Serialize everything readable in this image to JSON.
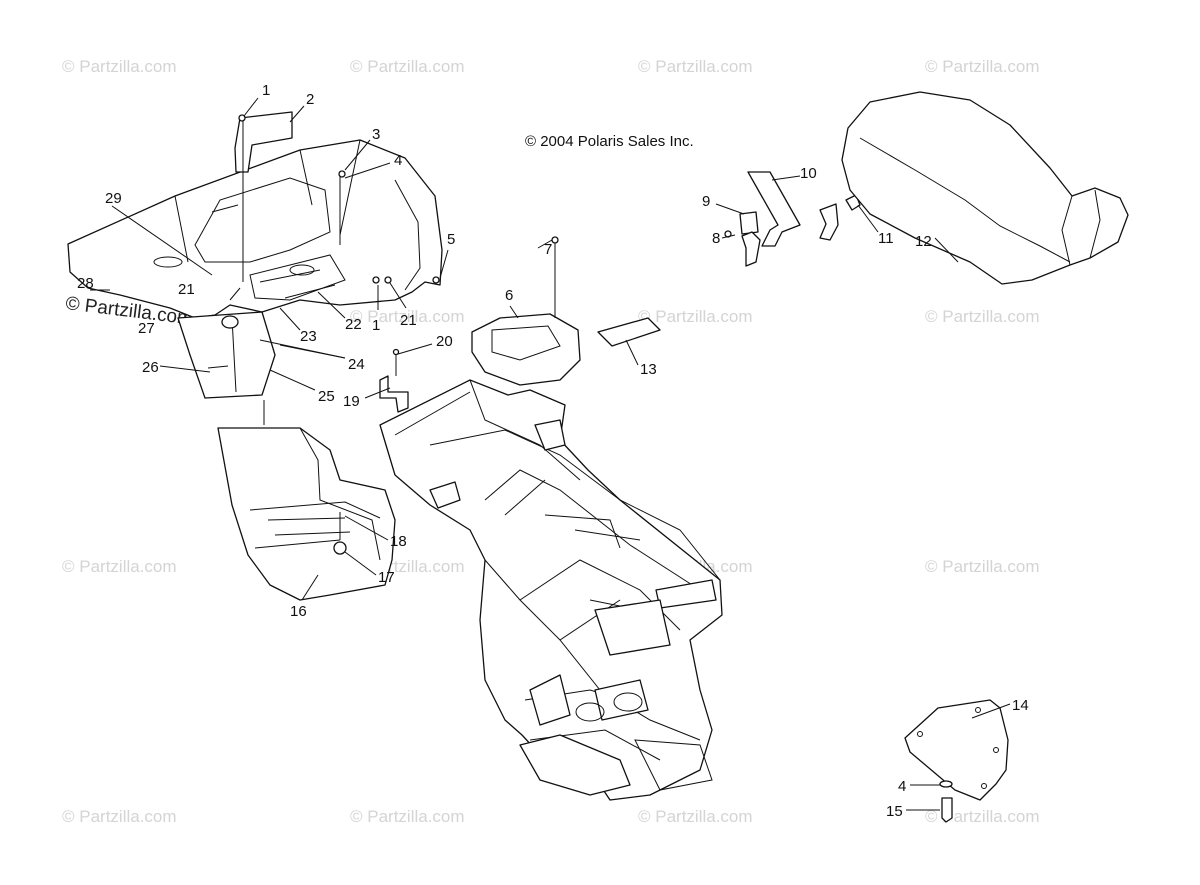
{
  "copyright": "© 2004 Polaris Sales Inc.",
  "watermark": "© Partzilla.com",
  "callouts": [
    {
      "id": "c1a",
      "text": "1"
    },
    {
      "id": "c2",
      "text": "2"
    },
    {
      "id": "c3",
      "text": "3"
    },
    {
      "id": "c4a",
      "text": "4"
    },
    {
      "id": "c5",
      "text": "5"
    },
    {
      "id": "c6",
      "text": "6"
    },
    {
      "id": "c7",
      "text": "7"
    },
    {
      "id": "c8",
      "text": "8"
    },
    {
      "id": "c9",
      "text": "9"
    },
    {
      "id": "c10",
      "text": "10"
    },
    {
      "id": "c11",
      "text": "11"
    },
    {
      "id": "c12",
      "text": "12"
    },
    {
      "id": "c13",
      "text": "13"
    },
    {
      "id": "c14",
      "text": "14"
    },
    {
      "id": "c4b",
      "text": "4"
    },
    {
      "id": "c15",
      "text": "15"
    },
    {
      "id": "c16",
      "text": "16"
    },
    {
      "id": "c17",
      "text": "17"
    },
    {
      "id": "c18",
      "text": "18"
    },
    {
      "id": "c19",
      "text": "19"
    },
    {
      "id": "c20",
      "text": "20"
    },
    {
      "id": "c21a",
      "text": "21"
    },
    {
      "id": "c21b",
      "text": "21"
    },
    {
      "id": "c1b",
      "text": "1"
    },
    {
      "id": "c22",
      "text": "22"
    },
    {
      "id": "c23",
      "text": "23"
    },
    {
      "id": "c24",
      "text": "24"
    },
    {
      "id": "c25",
      "text": "25"
    },
    {
      "id": "c26",
      "text": "26"
    },
    {
      "id": "c27",
      "text": "27"
    },
    {
      "id": "c28",
      "text": "28"
    },
    {
      "id": "c29",
      "text": "29"
    }
  ]
}
